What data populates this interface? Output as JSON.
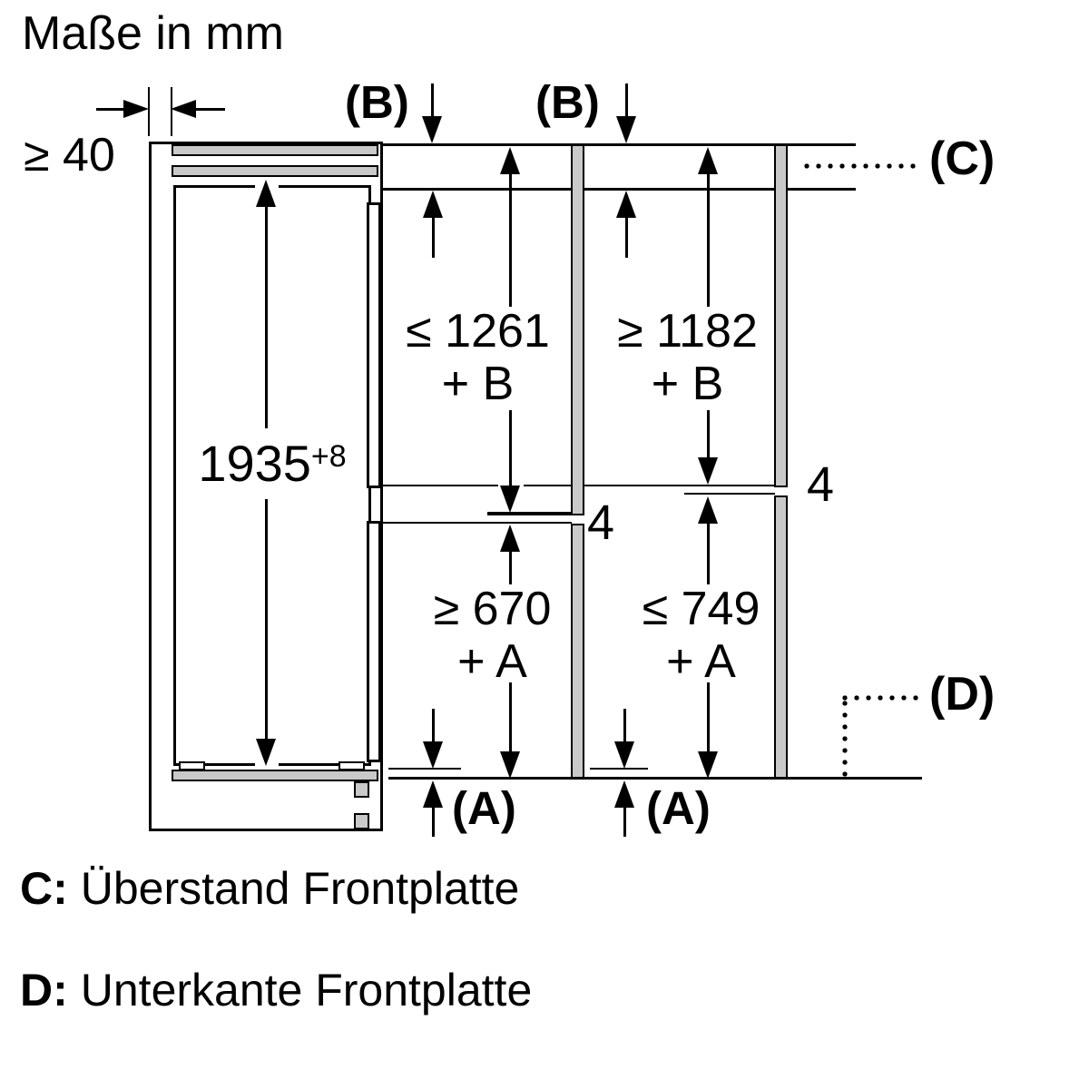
{
  "title": "Maße in mm",
  "colors": {
    "line": "#000000",
    "panel_fill": "#c9c9c9",
    "background": "#ffffff"
  },
  "labels": {
    "clearance": "≥ 40",
    "b_left": "(B)",
    "b_right": "(B)",
    "c": "(C)",
    "d": "(D)",
    "a_left": "(A)",
    "a_mid": "(A)",
    "gap_center": "4",
    "gap_right": "4"
  },
  "dims": {
    "niche_height": {
      "value": "1935",
      "tolerance": "+8"
    },
    "upper_left": {
      "line1": "≤ 1261",
      "line2": "+ B"
    },
    "upper_right": {
      "line1": "≥ 1182",
      "line2": "+ B"
    },
    "lower_left": {
      "line1": "≥ 670",
      "line2": "+ A"
    },
    "lower_right": {
      "line1": "≤ 749",
      "line2": "+ A"
    }
  },
  "legend": {
    "c": {
      "key": "C:",
      "text": "Überstand Frontplatte"
    },
    "d": {
      "key": "D:",
      "text": "Unterkante Frontplatte"
    }
  }
}
